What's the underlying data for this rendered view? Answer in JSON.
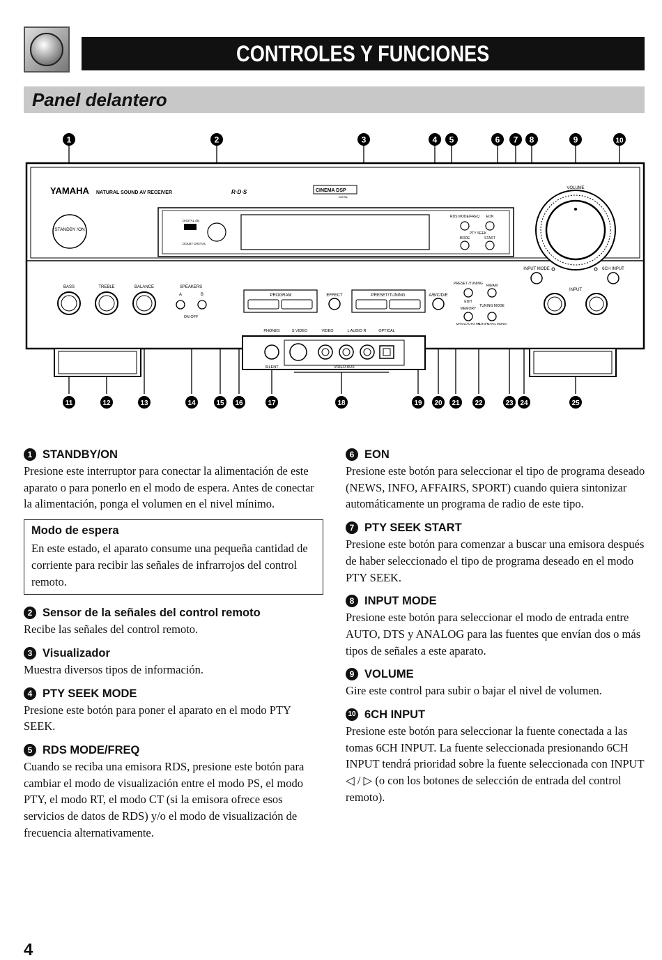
{
  "header": {
    "title": "CONTROLES Y FUNCIONES"
  },
  "subheader": {
    "title": "Panel delantero"
  },
  "diagram": {
    "callouts_top": [
      "1",
      "2",
      "3",
      "4",
      "5",
      "6",
      "7",
      "8",
      "9",
      "10"
    ],
    "callouts_bottom": [
      "11",
      "12",
      "13",
      "14",
      "15",
      "16",
      "17",
      "18",
      "19",
      "20",
      "21",
      "22",
      "23",
      "24",
      "25"
    ],
    "labels": {
      "brand": "YAMAHA",
      "model": "NATURAL SOUND  AV RECEIVER",
      "rds": "R·D·S",
      "cinema": "CINEMA DSP",
      "cinema_sub": "DIGITAL",
      "standby": "STANDBY /ON",
      "dts": "DIGITAL dts",
      "dolby": "DOLBY DIGITAL",
      "volume": "VOLUME",
      "rds_mode": "RDS MODE/FREQ",
      "eon": "EON",
      "pty_seek": "PTY SEEK",
      "mode": "MODE",
      "start": "START",
      "input_mode": "INPUT MODE",
      "ch6_input": "6CH INPUT",
      "bass": "BASS",
      "treble": "TREBLE",
      "balance": "BALANCE",
      "speakers": "SPEAKERS",
      "spk_a": "A",
      "spk_b": "B",
      "on_off": "ON  OFF",
      "program": "PROGRAM",
      "effect": "EFFECT",
      "preset_tuning": "PRESET/TUNING",
      "abcde": "A/B/C/D/E",
      "preset_tuning_edit": "PRESET /TUNING",
      "edit": "EDIT",
      "memory": "MEMORY",
      "man_auto": "MAN'L/AUTO FM",
      "fm_am": "FM/AM",
      "tuning_mode": "TUNING MODE",
      "auto_manl": "AUTO/MAN'L MONO",
      "input": "INPUT",
      "phones": "PHONES",
      "s_video": "S VIDEO",
      "video": "VIDEO",
      "audio": "L   AUDIO   R",
      "optical": "OPTICAL",
      "silent": "SILENT",
      "video_aux": "VIDEO AUX"
    }
  },
  "items_left": [
    {
      "num": "1",
      "title": "STANDBY/ON",
      "text": "Presione este interruptor para conectar la alimentación de este aparato o para ponerlo en el modo de espera. Antes de conectar la alimentación, ponga el volumen en el nivel mínimo."
    },
    {
      "num": "2",
      "title": "Sensor de la señales del control remoto",
      "text": "Recibe las señales del control remoto."
    },
    {
      "num": "3",
      "title": "Visualizador",
      "text": "Muestra diversos tipos de información."
    },
    {
      "num": "4",
      "title": "PTY SEEK MODE",
      "text": "Presione este botón para poner el aparato en el modo PTY SEEK."
    },
    {
      "num": "5",
      "title": "RDS MODE/FREQ",
      "text": "Cuando se reciba una emisora RDS, presione este botón para cambiar el modo de visualización entre el modo PS, el modo PTY, el modo RT, el modo CT (si la emisora ofrece esos servicios de datos de RDS) y/o el modo de visualización de frecuencia alternativamente."
    }
  ],
  "note": {
    "title": "Modo de espera",
    "text": "En este estado, el aparato consume una pequeña cantidad de corriente para recibir las señales de infrarrojos del control remoto."
  },
  "items_right": [
    {
      "num": "6",
      "title": "EON",
      "text": "Presione este botón para seleccionar el tipo de programa deseado (NEWS, INFO, AFFAIRS, SPORT) cuando quiera sintonizar automáticamente un programa de radio de este tipo."
    },
    {
      "num": "7",
      "title": "PTY SEEK START",
      "text": "Presione este botón para comenzar a buscar una emisora después de haber seleccionado el tipo de programa deseado en el modo PTY SEEK."
    },
    {
      "num": "8",
      "title": "INPUT MODE",
      "text": "Presione este botón para seleccionar el modo de entrada entre AUTO, DTS y ANALOG para las fuentes que envían dos o más tipos de señales a este aparato."
    },
    {
      "num": "9",
      "title": "VOLUME",
      "text": "Gire este control para subir o bajar el nivel de volumen."
    },
    {
      "num": "10",
      "title": "6CH INPUT",
      "text": "Presione este botón para seleccionar la fuente conectada a las tomas 6CH INPUT. La fuente seleccionada presionando 6CH INPUT tendrá prioridad sobre la fuente seleccionada con INPUT ◁ / ▷ (o con los botones de selección de entrada del control remoto)."
    }
  ],
  "page_number": "4"
}
